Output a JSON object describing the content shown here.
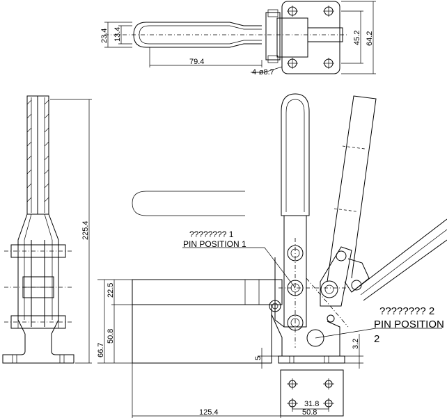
{
  "dimensions": {
    "top_23_4": "23.4",
    "top_13_4": "13.4",
    "top_79_4": "79.4",
    "top_holes": "4-ø8.7",
    "top_45_2": "45.2",
    "top_64_2": "64.2",
    "side_225_4": "225.4",
    "front_22_5": "22.5",
    "front_50_8": "50.8",
    "front_66_7": "66.7",
    "front_5": "5",
    "front_3_2": "3.2",
    "bottom_125_4": "125.4",
    "bottom_31_8": "31.8",
    "bottom_50_8": "50.8"
  },
  "labels": {
    "pin1_native": "???????? 1",
    "pin1": "PIN POSITION 1",
    "pin2_native": "???????? 2",
    "pin2_line1": "PIN POSITION",
    "pin2_line2": "2"
  }
}
